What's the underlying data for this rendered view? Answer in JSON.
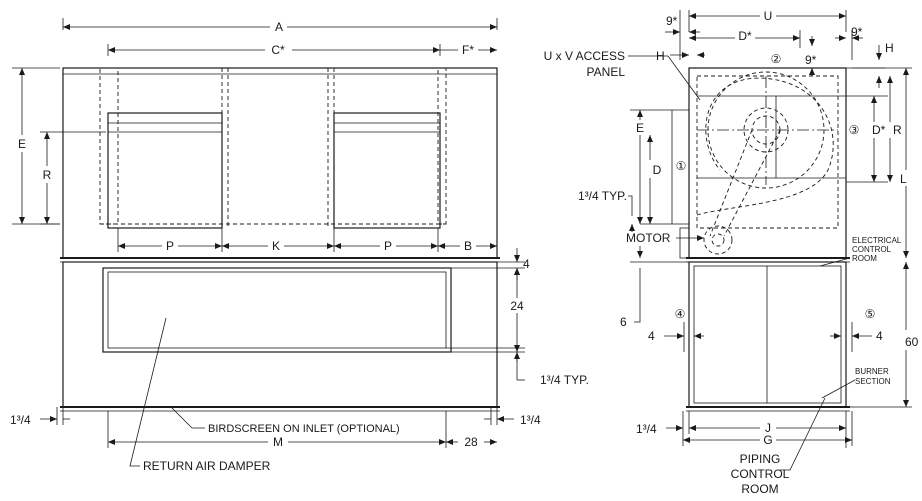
{
  "front_view": {
    "dim_A": "A",
    "dim_C": "C*",
    "dim_F": "F*",
    "dim_E": "E",
    "dim_R": "R",
    "dim_P_left": "P",
    "dim_K": "K",
    "dim_P_right": "P",
    "dim_B": "B",
    "dim_4": "4",
    "dim_24": "24",
    "typ_label": "1³/4 TYP.",
    "dim_left_134": "1³/4",
    "dim_right_134": "1³/4",
    "birdscreen_label": "BIRDSCREEN ON INLET (OPTIONAL)",
    "dim_M": "M",
    "dim_28": "28",
    "return_damper_label": "RETURN AIR DAMPER"
  },
  "side_view": {
    "dim_U": "U",
    "dim_9_top": "9*",
    "dim_9_topright": "9*",
    "dim_D_top": "D*",
    "dim_9_inner": "9*",
    "dim_H_left": "H",
    "dim_H_right": "H",
    "access_panel_line1": "U x V ACCESS",
    "access_panel_line2": "PANEL",
    "dim_E": "E",
    "dim_D": "D",
    "dim_D_right": "D*",
    "dim_R": "R",
    "dim_L": "L",
    "typ_label": "1³/4 TYP.",
    "motor_label": "MOTOR",
    "electrical_line1": "ELECTRICAL",
    "electrical_line2": "CONTROL",
    "electrical_line3": "ROOM",
    "dim_6": "6",
    "dim_4_left": "4",
    "dim_4_right": "4",
    "dim_60": "60",
    "burner_line1": "BURNER",
    "burner_line2": "SECTION",
    "dim_134": "1³/4",
    "dim_J": "J",
    "dim_G": "G",
    "piping_line1": "PIPING",
    "piping_line2": "CONTROL",
    "piping_line3": "ROOM",
    "callouts": [
      "①",
      "②",
      "③",
      "④",
      "⑤"
    ]
  }
}
